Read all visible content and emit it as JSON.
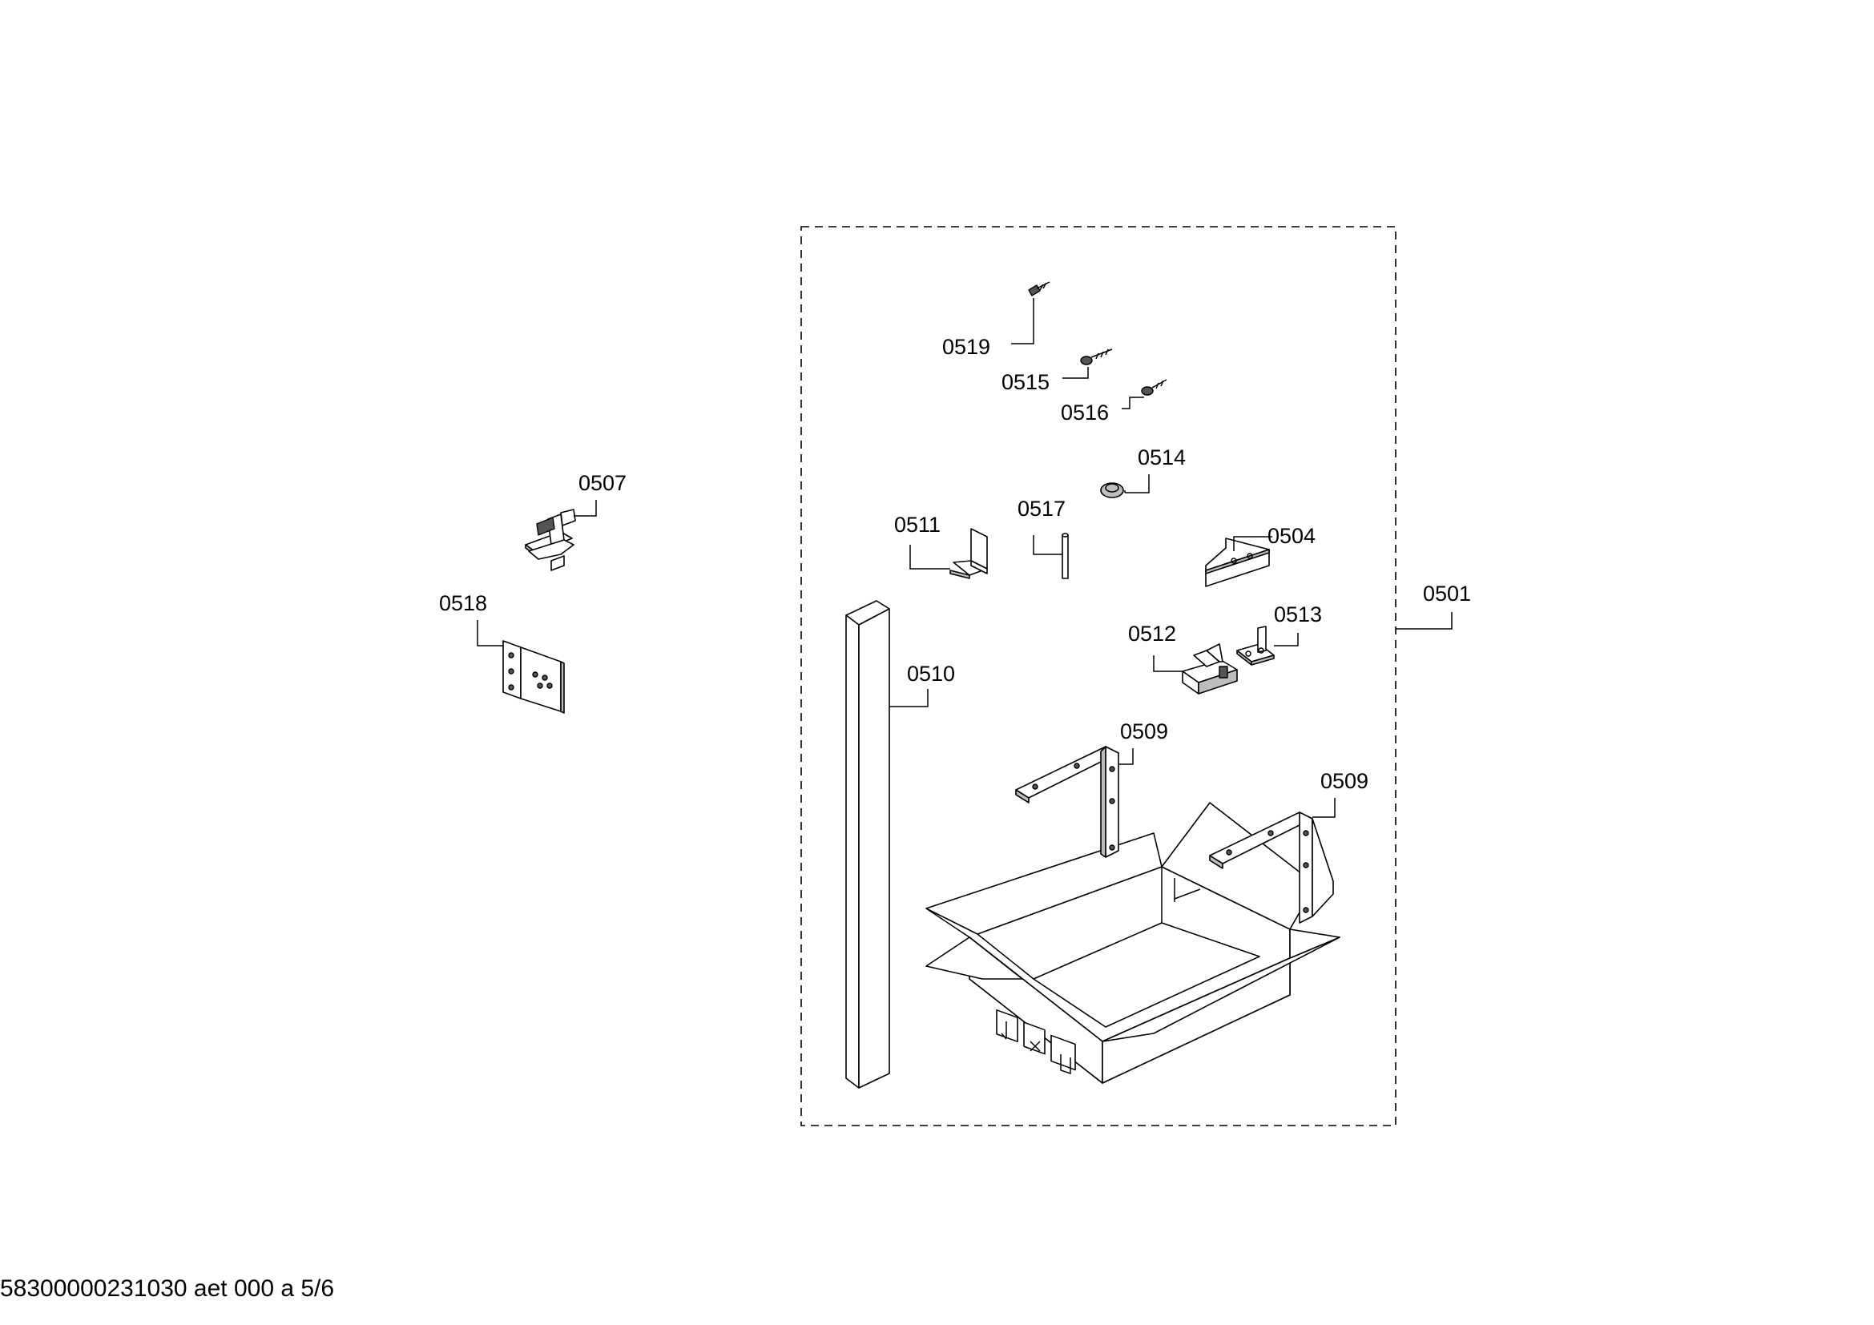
{
  "diagram": {
    "parts": [
      {
        "id": "0519"
      },
      {
        "id": "0515"
      },
      {
        "id": "0516"
      },
      {
        "id": "0514"
      },
      {
        "id": "0511"
      },
      {
        "id": "0517"
      },
      {
        "id": "0504"
      },
      {
        "id": "0501"
      },
      {
        "id": "0512"
      },
      {
        "id": "0513"
      },
      {
        "id": "0510"
      },
      {
        "id": "0509a"
      },
      {
        "id": "0509b"
      },
      {
        "id": "0507"
      },
      {
        "id": "0518"
      }
    ],
    "labels": {
      "p0519": "0519",
      "p0515": "0515",
      "p0516": "0516",
      "p0514": "0514",
      "p0511": "0511",
      "p0517": "0517",
      "p0504": "0504",
      "p0501": "0501",
      "p0512": "0512",
      "p0513": "0513",
      "p0510": "0510",
      "p0509a": "0509",
      "p0509b": "0509",
      "p0507": "0507",
      "p0518": "0518"
    }
  },
  "footer": {
    "text": "58300000231030 aet 000 a 5/6"
  }
}
